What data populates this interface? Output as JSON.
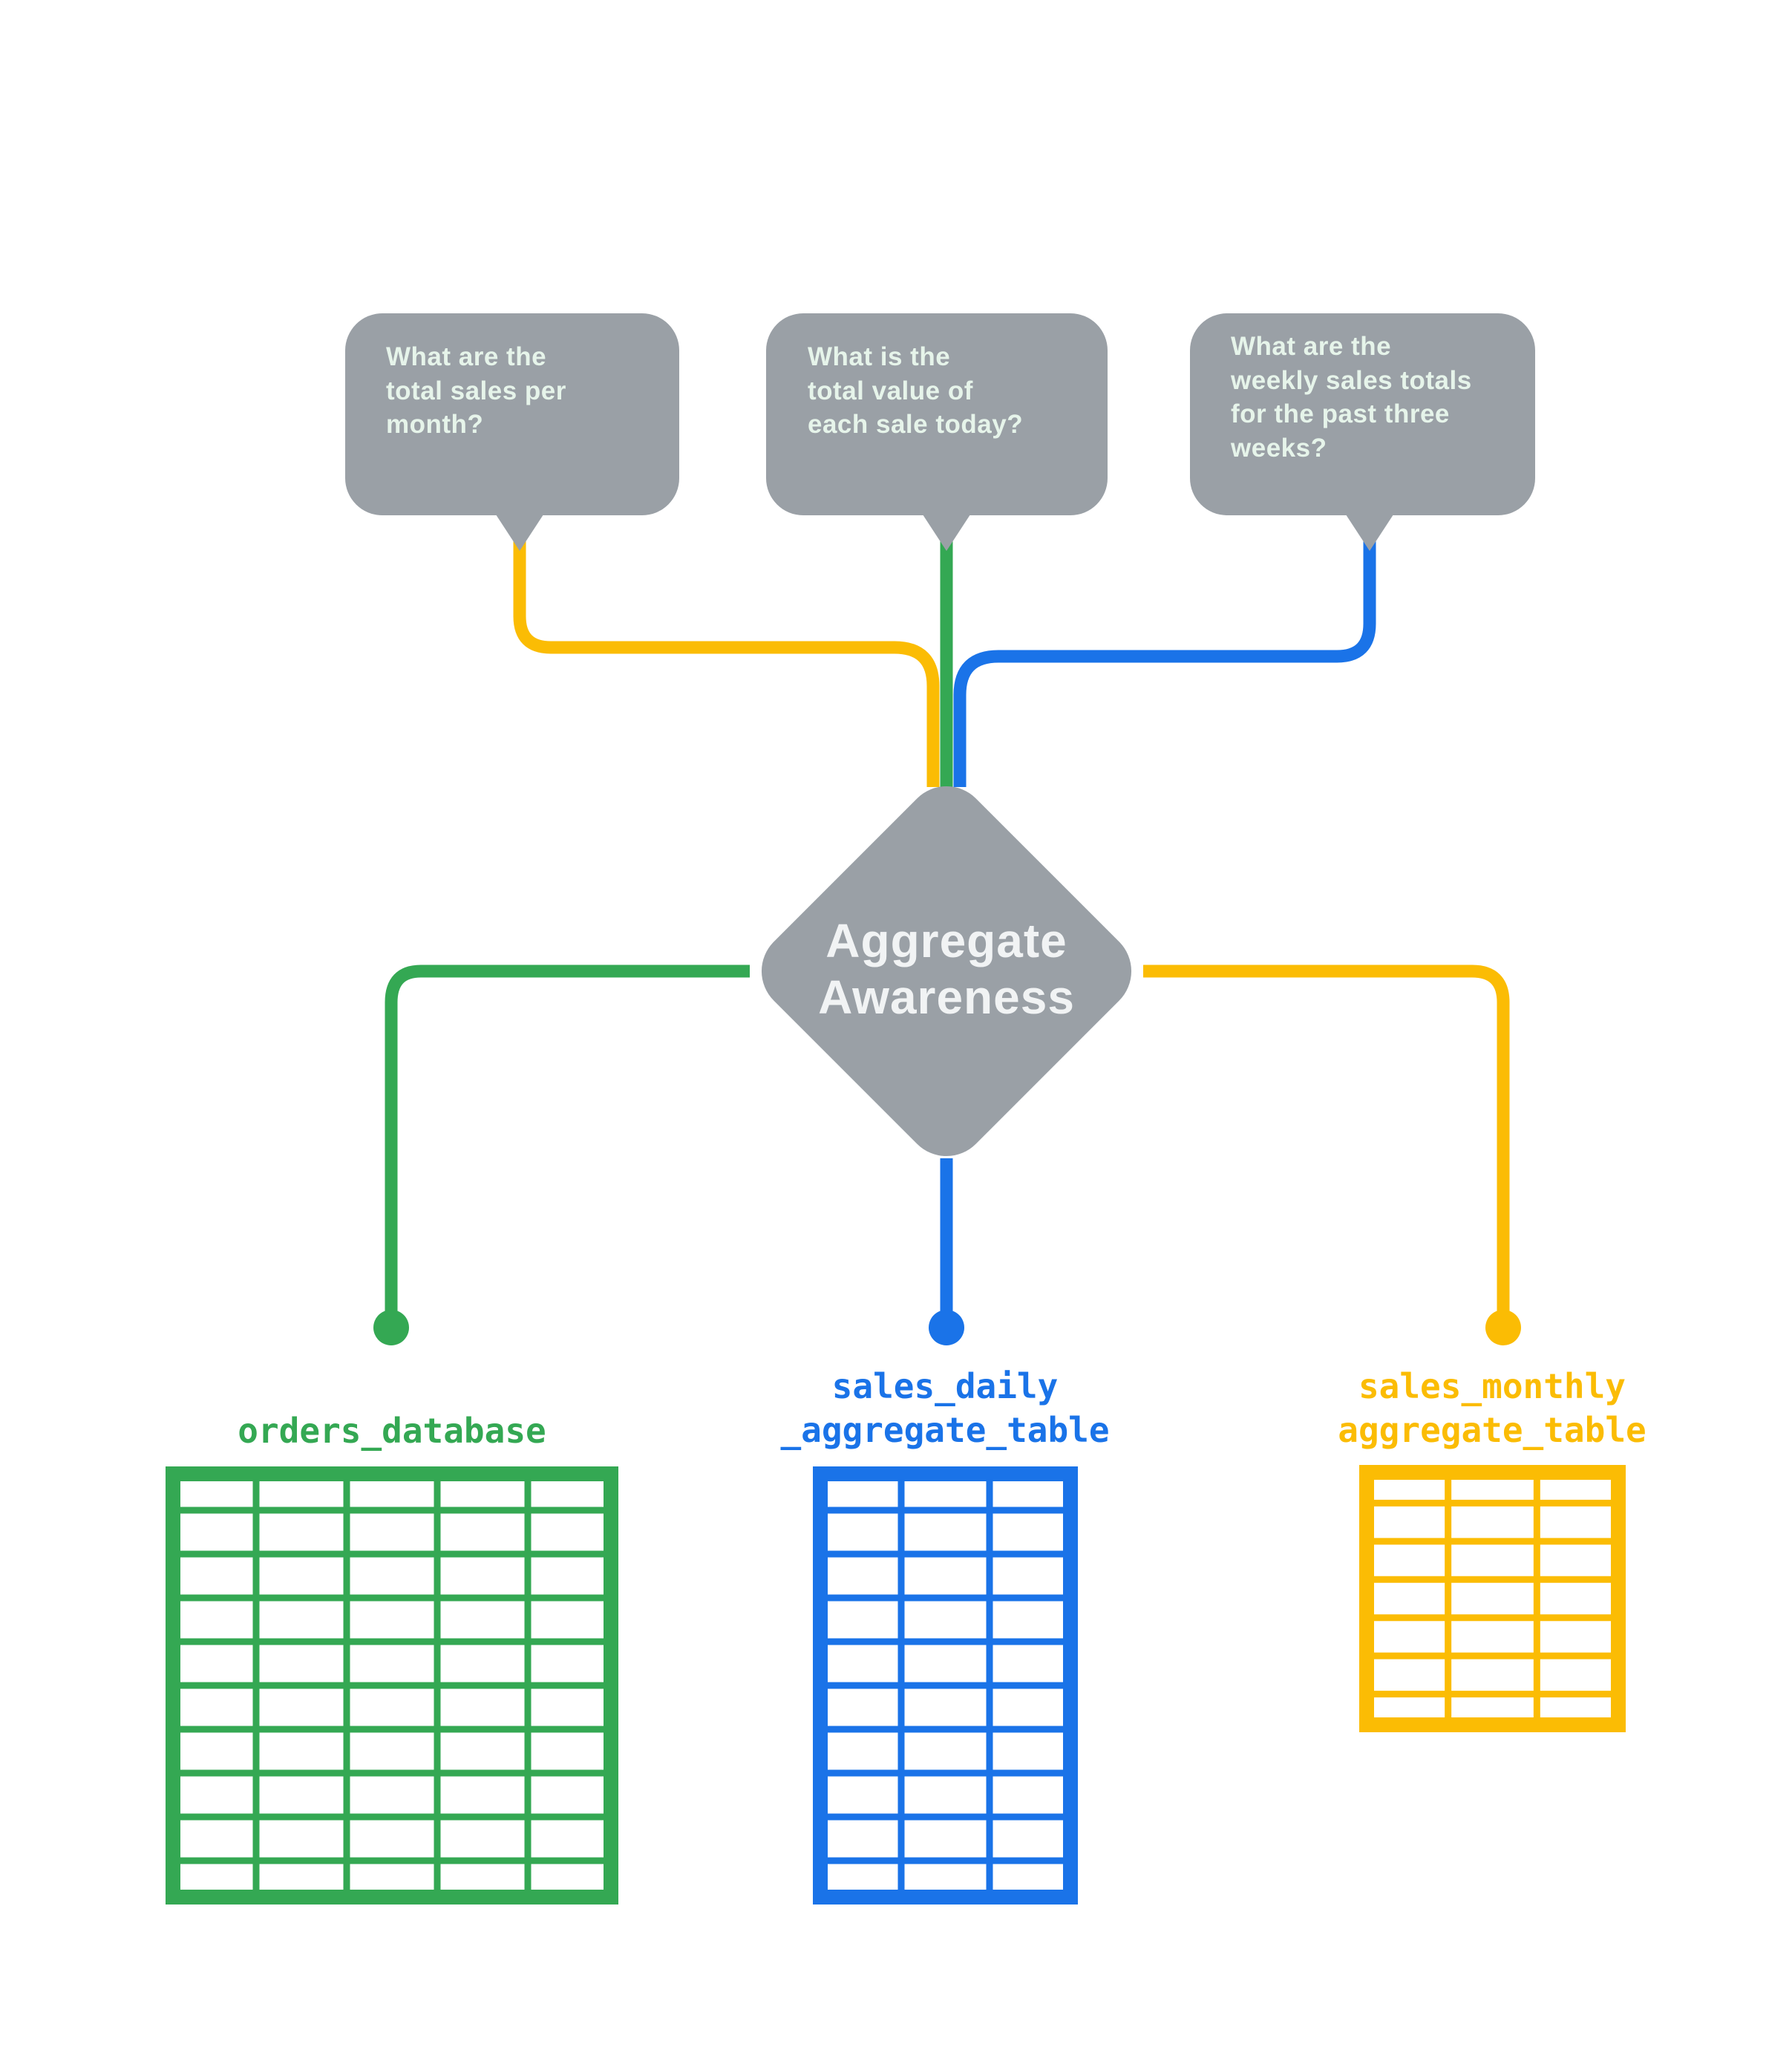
{
  "diagram": {
    "title": "Aggregate Awareness"
  },
  "bubbles": [
    {
      "id": "total-sales-per-month",
      "text": "What are the\ntotal sales per\nmonth?",
      "connector_color_name": "yellow"
    },
    {
      "id": "total-value-each-sale-today",
      "text": "What is the\ntotal value of\neach sale today?",
      "connector_color_name": "green"
    },
    {
      "id": "weekly-sales-totals",
      "text": "What are the\nweekly sales totals\nfor the past three\nweeks?",
      "connector_color_name": "blue"
    }
  ],
  "diamond": {
    "title": "Aggregate\nAwareness"
  },
  "tables": [
    {
      "label": "orders_database",
      "color": "#34A853",
      "columns": 5,
      "rows": 10
    },
    {
      "label": "sales_daily\n_aggregate_table",
      "color": "#1A73E8",
      "columns": 3,
      "rows": 10
    },
    {
      "label": "sales_monthly\naggregate_table",
      "color": "#FBBC04",
      "columns": 3,
      "rows": 7
    }
  ],
  "colors": {
    "green": "#34A853",
    "blue": "#1A73E8",
    "yellow": "#FBBC04",
    "gray": "#9AA0A6",
    "bubble_text": "#E6F4EA",
    "diamond_text": "#F1F3F4",
    "background": "#FFFFFF"
  }
}
